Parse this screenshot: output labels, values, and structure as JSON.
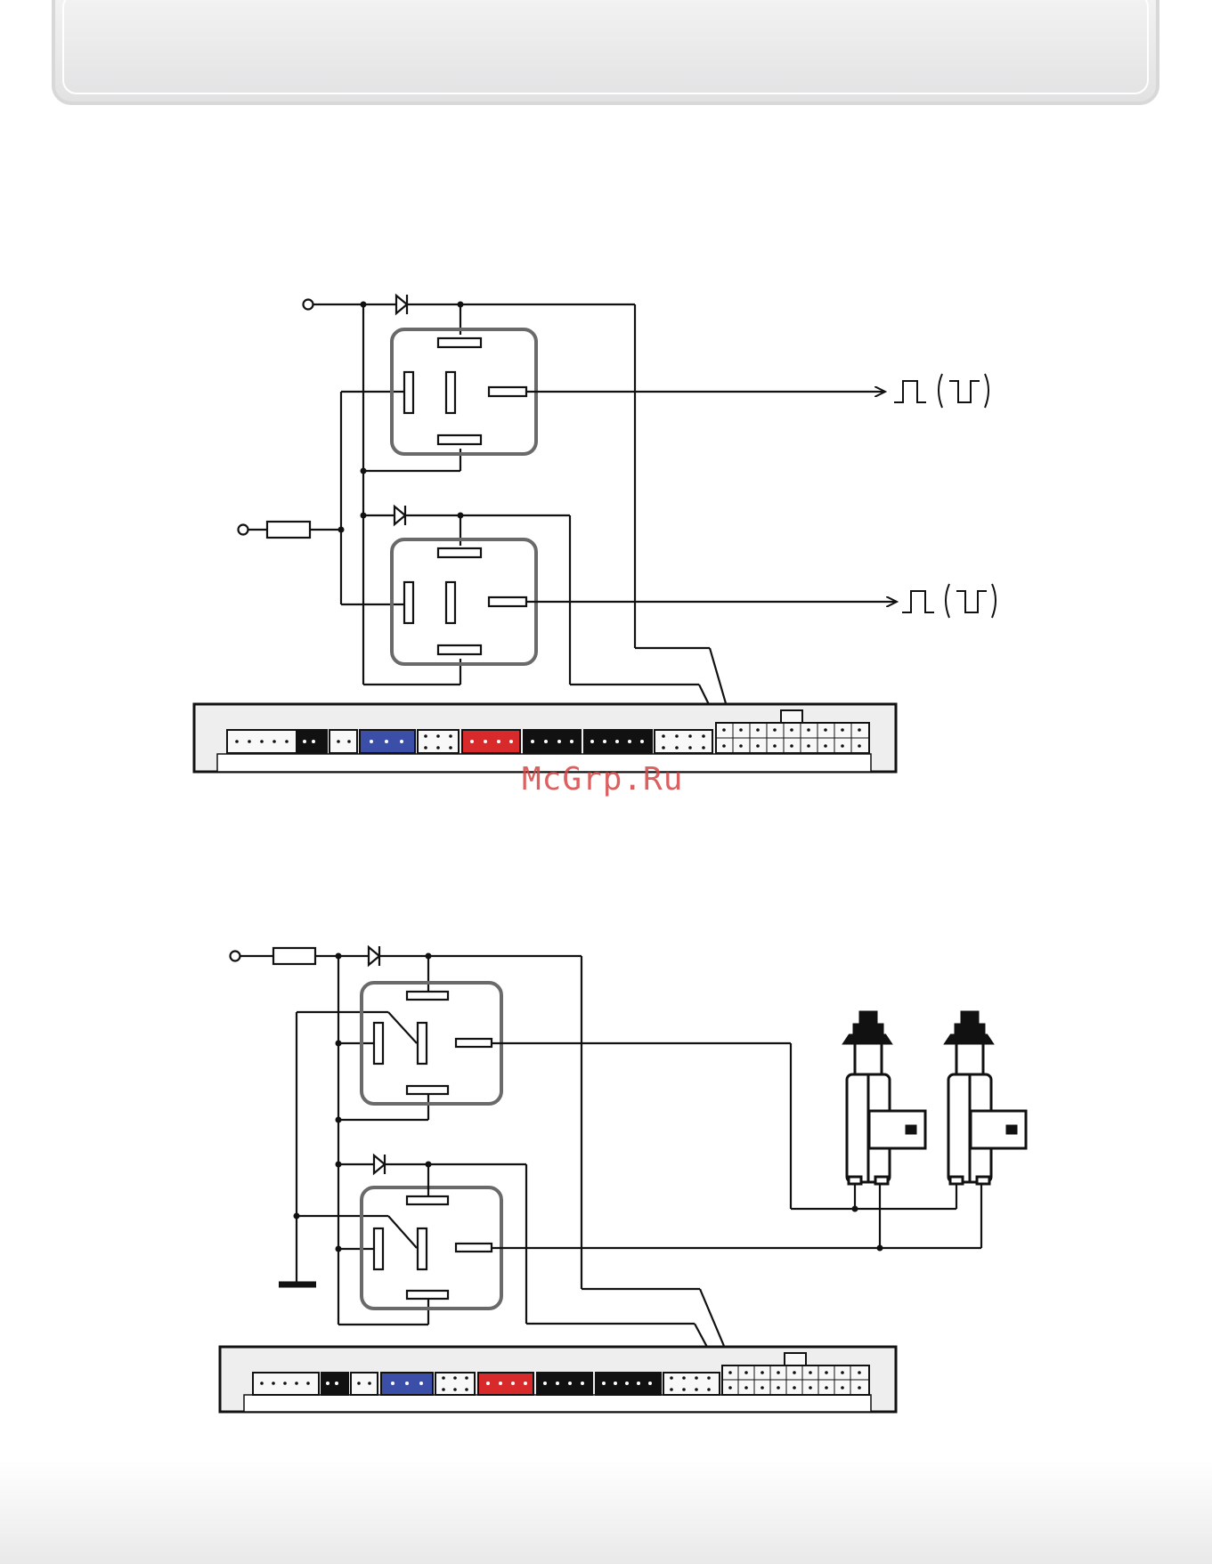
{
  "watermark": {
    "text": "McGrp.Ru"
  },
  "colors": {
    "wire": "#111111",
    "relay_border": "#6a6a6a",
    "connector_blue": "#3b4fa8",
    "connector_red": "#d82a2a",
    "connector_black": "#111111",
    "connector_light": "#eeeeee",
    "watermark": "#d64545"
  },
  "icons": {
    "supply_terminal": "open-circle-terminal-icon",
    "fuse": "fuse-icon",
    "diode": "diode-icon",
    "relay": "relay-icon",
    "pulse": "positive-pulse-icon",
    "ground": "ground-icon",
    "actuator": "door-lock-actuator-icon"
  },
  "diagram_top": {
    "relays": 2,
    "outputs": [
      {
        "signal_icon": "positive-pulse-icon",
        "alt_signal_icon": "negative-pulse-icon"
      },
      {
        "signal_icon": "positive-pulse-icon",
        "alt_signal_icon": "negative-pulse-icon"
      }
    ]
  },
  "diagram_bottom": {
    "relays": 2,
    "actuators": 2
  }
}
